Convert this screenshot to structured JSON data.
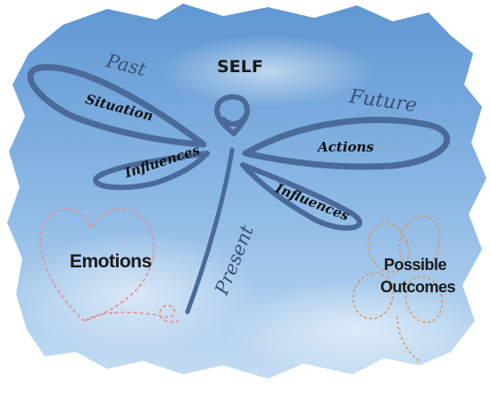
{
  "title": "SELF",
  "labels": {
    "past": "Past",
    "future": "Future",
    "present": "Present",
    "situation": "Situation",
    "influences_left": "Influences",
    "actions": "Actions",
    "influences_right": "Influences",
    "emotions": "Emotions",
    "possible_outcomes_line1": "Possible",
    "possible_outcomes_line2": "Outcomes"
  },
  "colors": {
    "dragonfly": "#4a6b9a",
    "sky_top": "#6fa3d8",
    "sky_bottom": "#b9d6f0",
    "heart_outline": "#e48c93",
    "flower_outline": "#d8955a"
  }
}
